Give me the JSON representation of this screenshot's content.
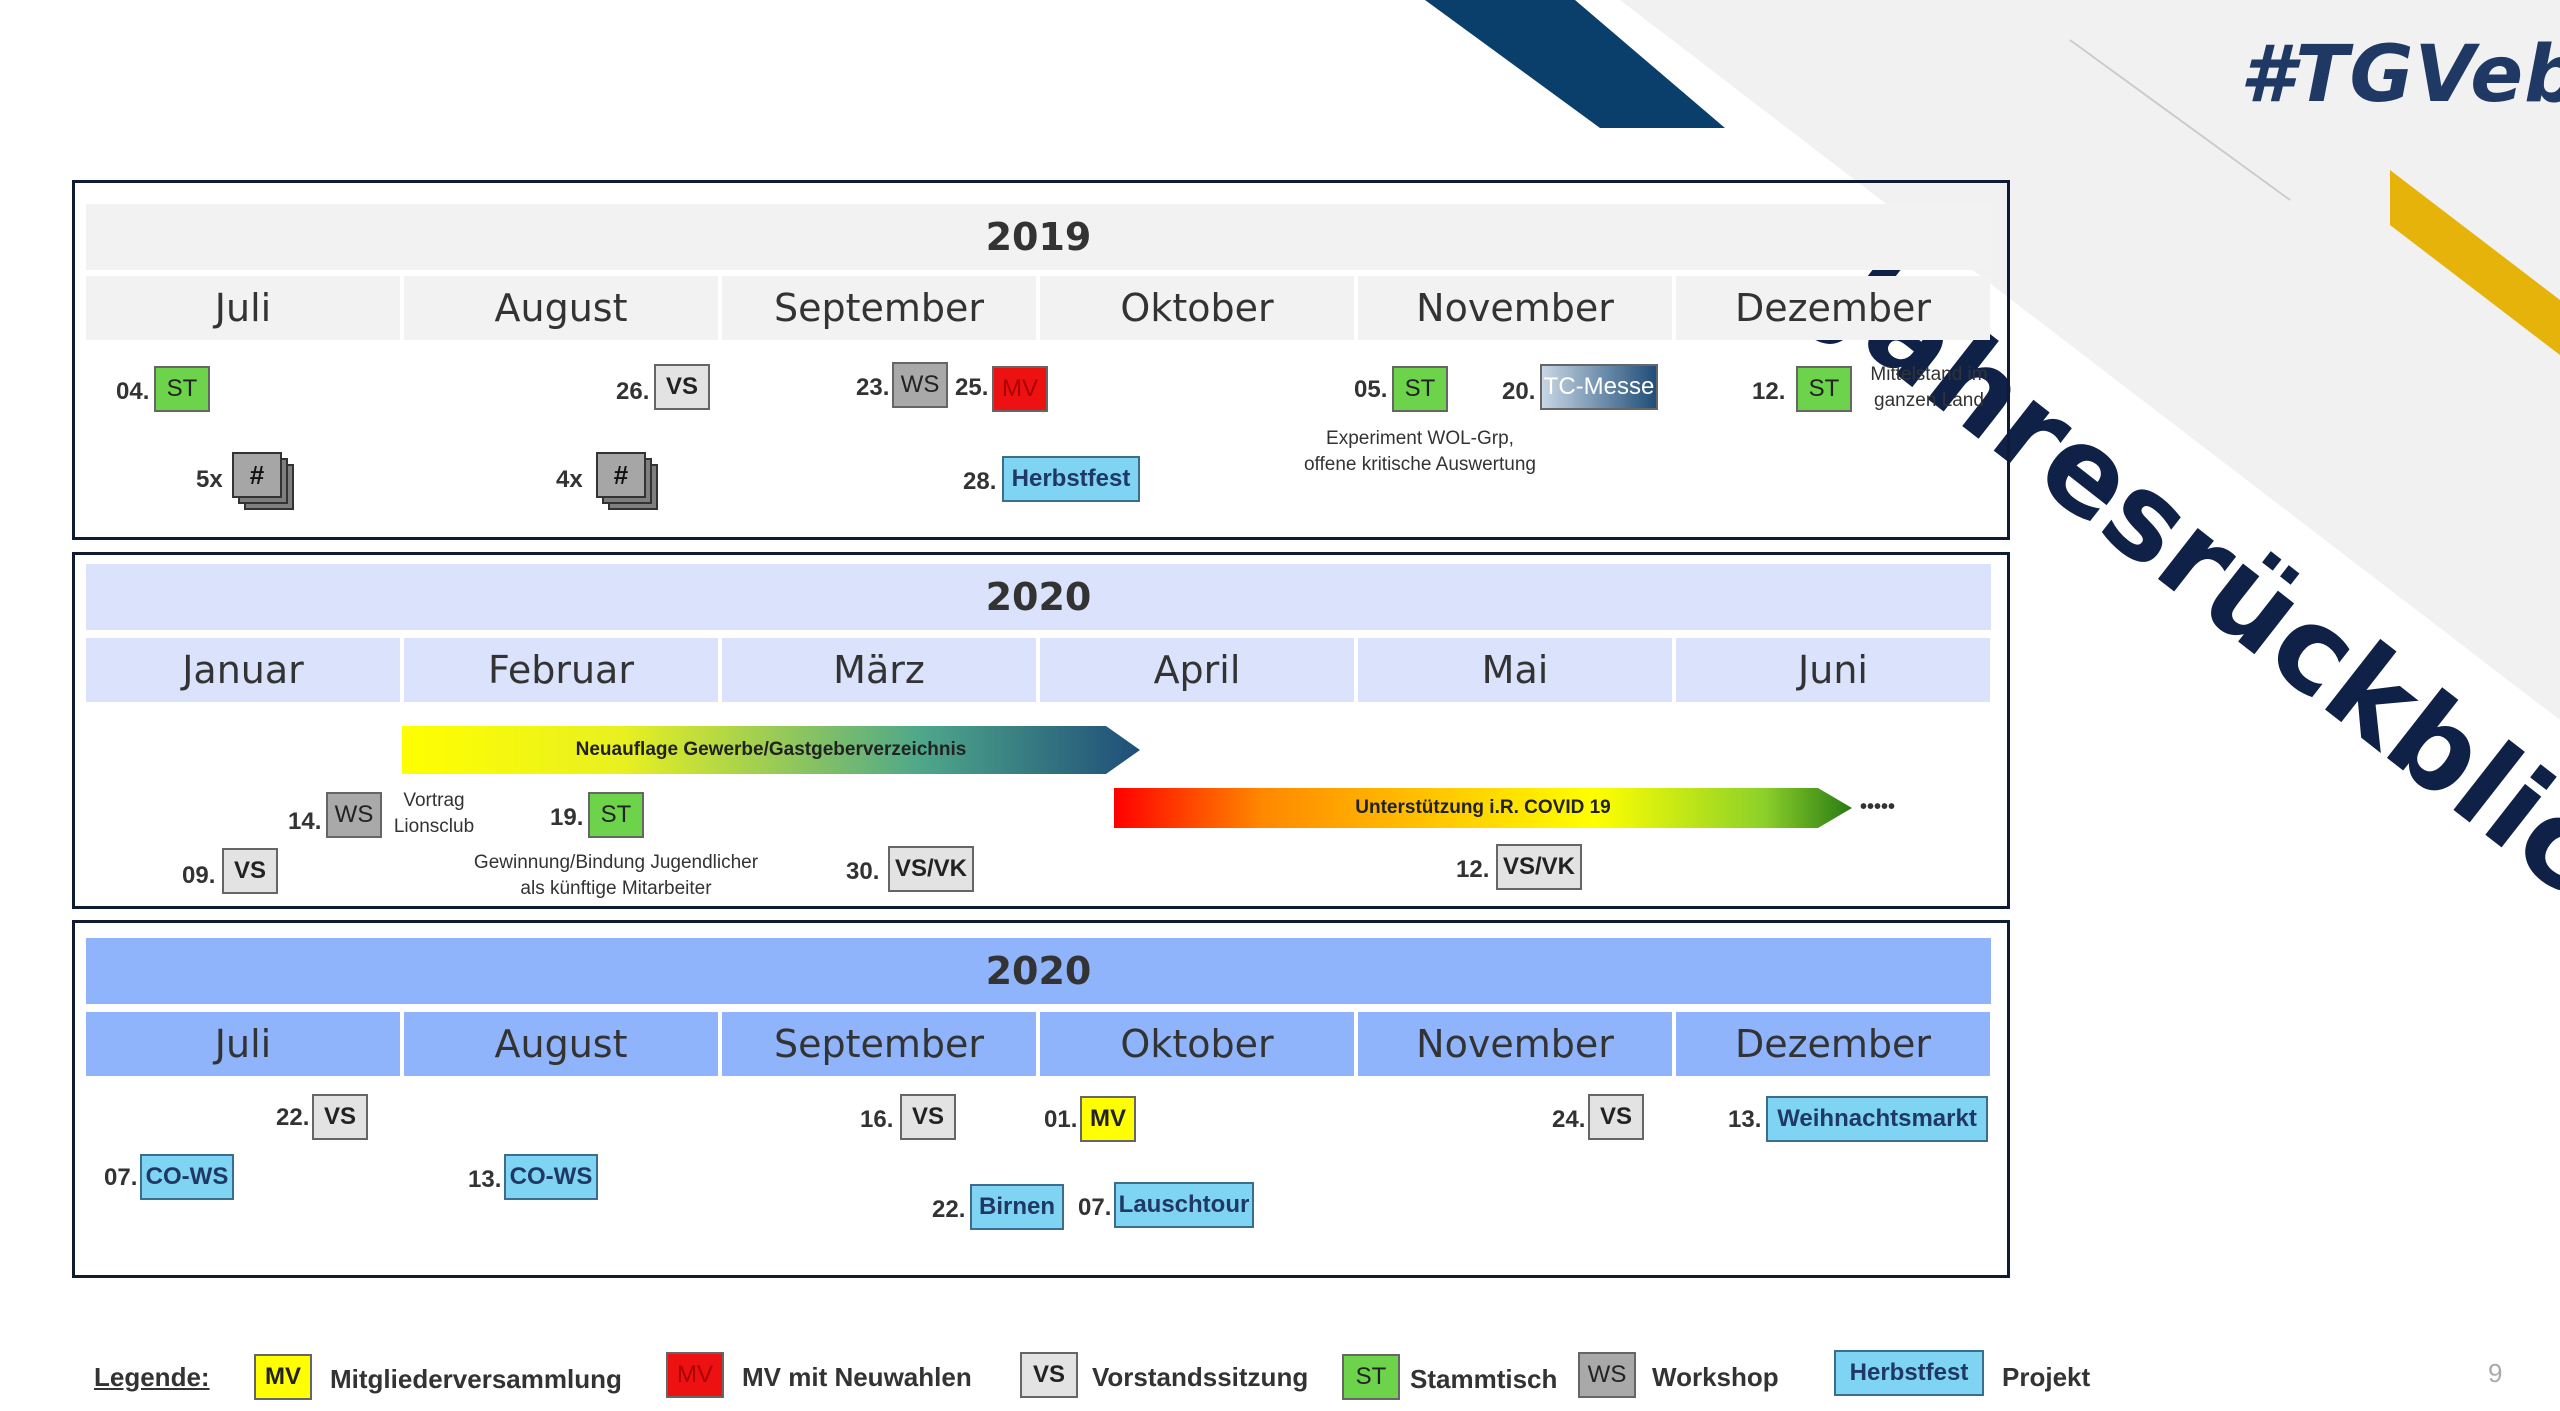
{
  "header": {
    "brand": "#TGVeb",
    "title": "Jahresrückblick"
  },
  "sections": [
    {
      "year": "2019",
      "months": [
        "Juli",
        "August",
        "September",
        "Oktober",
        "November",
        "Dezember"
      ]
    },
    {
      "year": "2020",
      "months": [
        "Januar",
        "Februar",
        "März",
        "April",
        "Mai",
        "Juni"
      ]
    },
    {
      "year": "2020",
      "months": [
        "Juli",
        "August",
        "September",
        "Oktober",
        "November",
        "Dezember"
      ]
    }
  ],
  "events2019": {
    "jul_st": {
      "num": "04.",
      "label": "ST"
    },
    "jul_count": "5x",
    "aug_vs": {
      "num": "26.",
      "label": "VS"
    },
    "aug_count": "4x",
    "stack_label": "#",
    "sep_ws": {
      "num": "23.",
      "label": "WS"
    },
    "sep_mv": {
      "num": "25.",
      "label": "MV"
    },
    "sep_herbstfest": {
      "num": "28.",
      "label": "Herbstfest"
    },
    "nov_st": {
      "num": "05.",
      "label": "ST"
    },
    "nov_note_1": "Experiment WOL-Grp,",
    "nov_note_2": "offene kritische Auswertung",
    "nov_tc": {
      "num": "20.",
      "label": "TC-Messe"
    },
    "dez_st": {
      "num": "12.",
      "label": "ST"
    },
    "dez_note_1": "Mittelstand im",
    "dez_note_2": "ganzen Land"
  },
  "events2020a": {
    "arrow1": "Neuauflage Gewerbe/Gastgeberverzeichnis",
    "arrow2": "Unterstützung i.R. COVID 19",
    "dots": "•••••",
    "jan_vs": {
      "num": "09.",
      "label": "VS"
    },
    "jan_ws": {
      "num": "14.",
      "label": "WS"
    },
    "ws_note_1": "Vortrag",
    "ws_note_2": "Lionsclub",
    "feb_st": {
      "num": "19.",
      "label": "ST"
    },
    "st_note_1": "Gewinnung/Bindung Jugendlicher",
    "st_note_2": "als künftige Mitarbeiter",
    "mar_vsvk": {
      "num": "30.",
      "label": "VS/VK"
    },
    "mai_vsvk": {
      "num": "12.",
      "label": "VS/VK"
    }
  },
  "events2020b": {
    "jul_vs": {
      "num": "22.",
      "label": "VS"
    },
    "jul_cows": {
      "num": "07.",
      "label": "CO-WS"
    },
    "aug_cows": {
      "num": "13.",
      "label": "CO-WS"
    },
    "sep_vs": {
      "num": "16.",
      "label": "VS"
    },
    "sep_birnen": {
      "num": "22.",
      "label": "Birnen"
    },
    "okt_mv": {
      "num": "01.",
      "label": "MV"
    },
    "okt_lausch": {
      "num": "07.",
      "label": "Lauschtour"
    },
    "nov_vs": {
      "num": "24.",
      "label": "VS"
    },
    "dez_weih": {
      "num": "13.",
      "label": "Weihnachtsmarkt"
    }
  },
  "legend": {
    "title": "Legende:",
    "items": [
      {
        "box": "MV",
        "text": "Mitgliederversammlung"
      },
      {
        "box": "MV",
        "text": "MV mit Neuwahlen"
      },
      {
        "box": "VS",
        "text": "Vorstandssitzung"
      },
      {
        "box": "ST",
        "text": "Stammtisch"
      },
      {
        "box": "WS",
        "text": "Workshop"
      },
      {
        "box": "Herbstfest",
        "text": "Projekt"
      }
    ]
  },
  "page_number": "9",
  "colors": {
    "navy": "#0f2147",
    "year2019": "#f2f2f2",
    "year2020a": "#dae3fb",
    "year2020b": "#8fb4fb",
    "st": "#6cd34a",
    "vs": "#e3e3e3",
    "ws": "#a9a9a9",
    "mv_new": "#ee1111",
    "mv": "#ffff00",
    "project": "#7fd3f3"
  }
}
